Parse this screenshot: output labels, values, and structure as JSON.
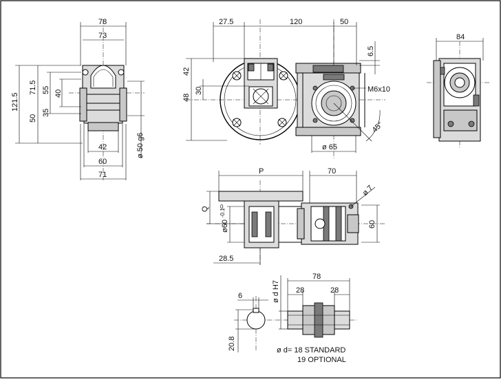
{
  "drawing": {
    "front_view": {
      "width_overall": "78",
      "width_body": "73",
      "height_total": "121.5",
      "height_upper": "71.5",
      "height_55": "55",
      "height_40": "40",
      "height_35": "35",
      "height_lower": "50",
      "base_42": "42",
      "base_60": "60",
      "base_71": "71",
      "shaft_dia": "ø 50 g6"
    },
    "side_view": {
      "offset_left": "27.5",
      "center_distance": "120",
      "offset_right": "50",
      "top_offset": "6.5",
      "height_42": "42",
      "height_48": "48",
      "height_30": "30",
      "thread": "M6x10",
      "angle": "45°",
      "flange_dia": "ø 65"
    },
    "end_view": {
      "width": "84"
    },
    "top_view": {
      "length_p": "P",
      "length_70": "70",
      "hole_dia": "ø 7",
      "shaft_dia": "ø60",
      "shaft_tol_upper": "0",
      "shaft_tol_lower": "-0.1",
      "q_label": "Q",
      "offset_28_5": "28.5",
      "height_60": "60"
    },
    "bore_detail": {
      "key_width": "6",
      "key_height": "20.8",
      "bore_label": "ø d H7",
      "length_78": "78",
      "seg_left": "28",
      "seg_right": "28",
      "note_line1": "ø d= 18 STANDARD",
      "note_line2": "19 OPTIONAL"
    }
  }
}
